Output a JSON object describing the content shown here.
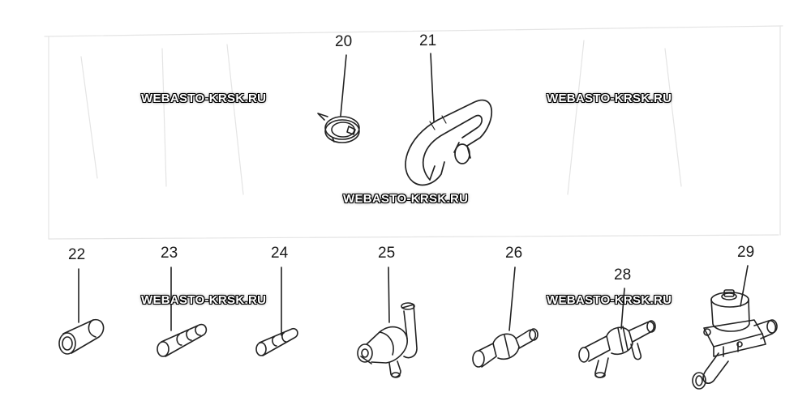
{
  "callouts": [
    "20",
    "21",
    "22",
    "23",
    "24",
    "25",
    "26",
    "28",
    "29"
  ],
  "watermark": "WEBASTO-KRSK.RU",
  "colors": {
    "line": "#222222",
    "background": "#ffffff",
    "watermark_fill": "#ffffff",
    "watermark_outline": "#000000"
  }
}
